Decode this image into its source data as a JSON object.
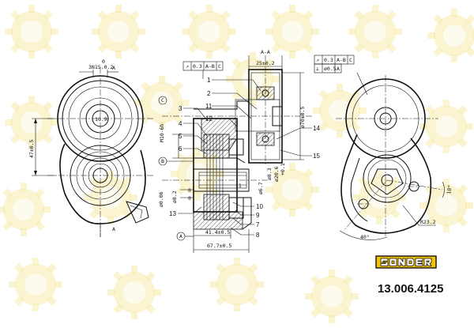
{
  "brand": {
    "name": "SONDER",
    "accent": "#f5c400",
    "watermark_color": "#f6e79a"
  },
  "part_number": "13.006.4125",
  "front_view": {
    "dims": {
      "top_a": "3N15.0.2",
      "hub": "10.9",
      "height": "47±0.5",
      "sym_zero": "0",
      "sym_a": "A",
      "bottom_a": "A"
    }
  },
  "section_view": {
    "datums": [
      "C",
      "B",
      "A"
    ],
    "gdt_left": {
      "symbol": "↗",
      "tol": "0.3",
      "ref": "A-B",
      "ref2": "C"
    },
    "dims": {
      "top_width": "25±0.2",
      "top_label": "A-A",
      "bolt": "M10-6h",
      "right_dia": "ø70±0.5",
      "dia_bore": "ø8.3",
      "dia_small": "ø20.6",
      "dia_small_tol": "+0.1",
      "dia_ring": "ø6.7",
      "dia_left": "ø8.2",
      "left_small": "ø0.06",
      "zero_a": "0",
      "zero_b": "0",
      "bottom_1": "41.4±0.5",
      "bottom_2": "67.7±0.5",
      "center": "11"
    },
    "callouts": [
      "1",
      "2",
      "11",
      "3",
      "12",
      "4",
      "5",
      "6",
      "14",
      "15",
      "10",
      "9",
      "7",
      "8",
      "13"
    ]
  },
  "side_view": {
    "gdt": [
      {
        "symbol": "↗",
        "tol": "0.3",
        "ref": "A-B",
        "ref2": "C"
      },
      {
        "symbol": "⊥",
        "tol": "ø0.5",
        "ref": "A",
        "ref2": ""
      }
    ],
    "dims": {
      "radius": "R23.2",
      "angle_a": "40°",
      "angle_b": "10°"
    }
  }
}
